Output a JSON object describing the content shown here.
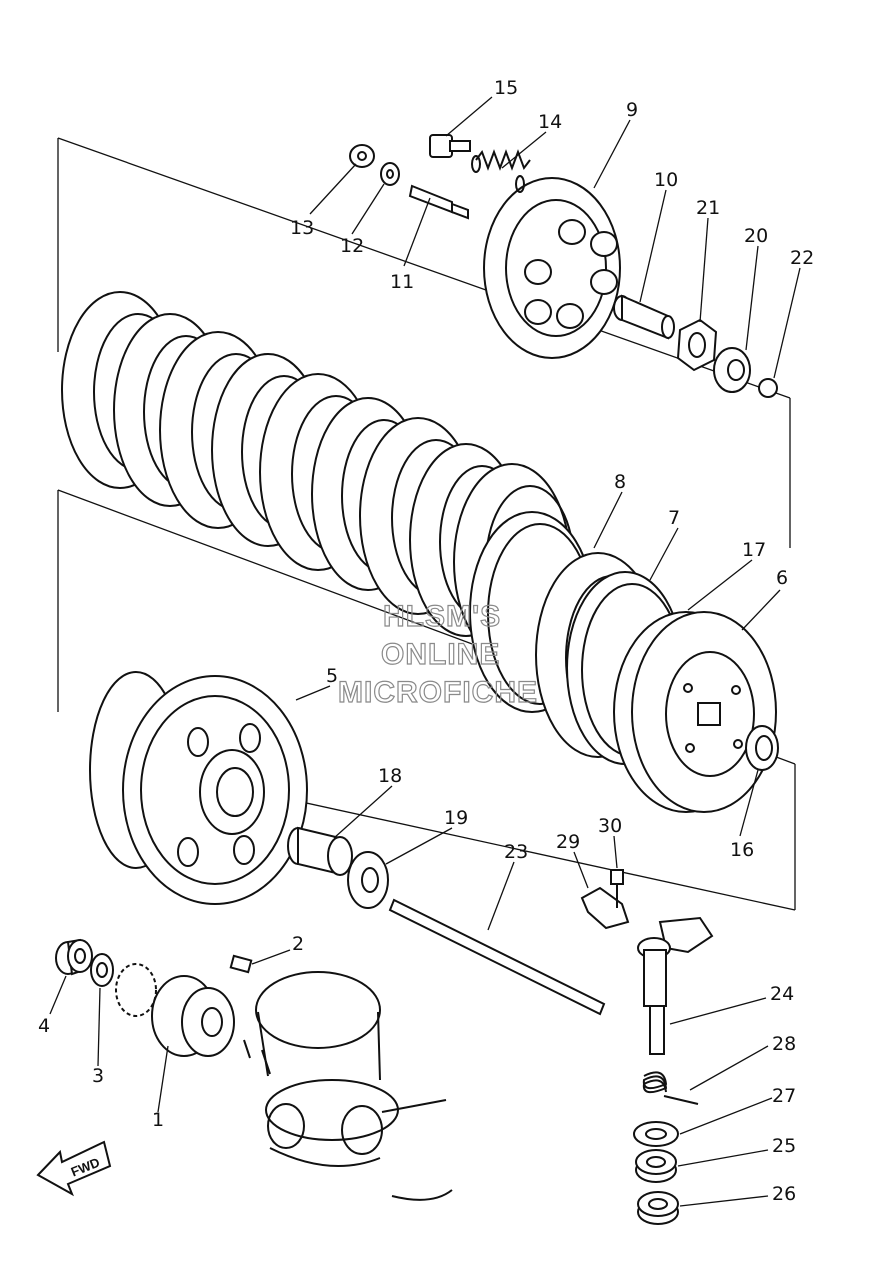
{
  "part_labels": {
    "p1": "1",
    "p2": "2",
    "p3": "3",
    "p4": "4",
    "p5": "5",
    "p6": "6",
    "p7": "7",
    "p8": "8",
    "p9": "9",
    "p10": "10",
    "p11": "11",
    "p12": "12",
    "p13": "13",
    "p14": "14",
    "p15": "15",
    "p16": "16",
    "p17": "17",
    "p18": "18",
    "p19": "19",
    "p20": "20",
    "p21": "21",
    "p22": "22",
    "p23": "23",
    "p24": "24",
    "p25": "25",
    "p26": "26",
    "p27": "27",
    "p28": "28",
    "p29": "29",
    "p30": "30"
  },
  "watermark": {
    "line1": "HLSM'S",
    "line2": "ONLINE",
    "line3": "MICROFICHE"
  },
  "fwd_label": "FWD"
}
